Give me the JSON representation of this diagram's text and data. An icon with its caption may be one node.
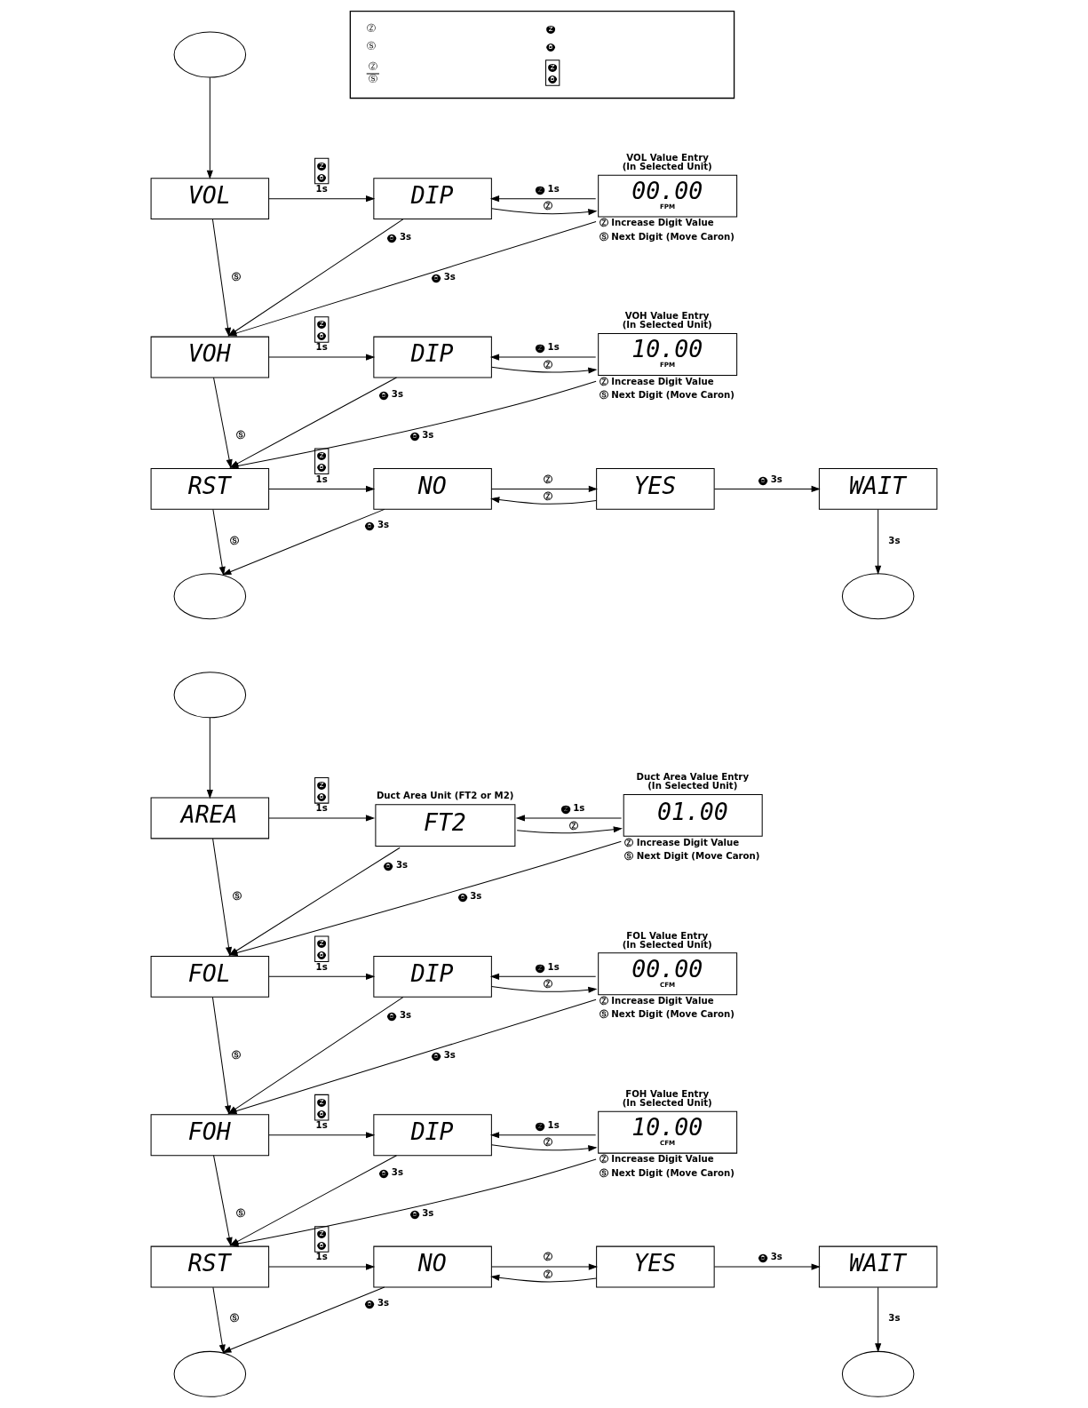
{
  "diagram": {
    "nodes": [
      {
        "text": [
          "Ⓩ",
          "🅩",
          "Ⓢ",
          "🅢",
          "Ⓩ Ⓢ",
          "🅩 🅢"
        ]
      },
      {
        "text": [],
        "shape": "ellipse"
      },
      {
        "text": [
          "VOL"
        ]
      },
      {
        "text": [
          "DIP"
        ]
      },
      {
        "text": [
          "VOL Value Entry (In Selected Unit)",
          "00.00",
          "FPM"
        ],
        "beside": [
          "Ⓩ Increase Digit Value",
          "Ⓢ Next Digit (Move Caron)"
        ]
      },
      {
        "text": [
          "VOH"
        ]
      },
      {
        "text": [
          "DIP"
        ]
      },
      {
        "text": [
          "VOH Value Entry (In Selected Unit)",
          "10.00",
          "FPM"
        ],
        "beside": [
          "Ⓩ Increase Digit Value",
          "Ⓢ Next Digit (Move Caron)"
        ]
      },
      {
        "text": [
          "RST"
        ]
      },
      {
        "text": [
          "NO"
        ]
      },
      {
        "text": [
          "YES"
        ]
      },
      {
        "text": [
          "WAIT"
        ]
      },
      {
        "text": [],
        "shape": "ellipse"
      },
      {
        "text": [],
        "shape": "ellipse"
      },
      {
        "text": [],
        "shape": "ellipse"
      },
      {
        "text": [
          "AREA"
        ]
      },
      {
        "text": [
          "Duct Area Unit (FT2 or M2)",
          "FT2"
        ]
      },
      {
        "text": [
          "Duct Area Value Entry (In Selected Unit)",
          "01.00"
        ],
        "beside": [
          "Ⓩ Increase Digit Value",
          "Ⓢ Next Digit (Move Caron)"
        ]
      },
      {
        "text": [
          "FOL"
        ]
      },
      {
        "text": [
          "DIP"
        ]
      },
      {
        "text": [
          "FOL Value Entry (In Selected Unit)",
          "00.00",
          "CFM"
        ],
        "beside": [
          "Ⓩ Increase Digit Value",
          "Ⓢ Next Digit (Move Caron)"
        ]
      },
      {
        "text": [
          "FOH"
        ]
      },
      {
        "text": [
          "DIP"
        ]
      },
      {
        "text": [
          "FOH Value Entry (In Selected Unit)",
          "10.00",
          "CFM"
        ],
        "beside": [
          "Ⓩ Increase Digit Value",
          "Ⓢ Next Digit (Move Caron)"
        ]
      },
      {
        "text": [
          "RST"
        ]
      },
      {
        "text": [
          "NO"
        ]
      },
      {
        "text": [
          "YES"
        ]
      },
      {
        "text": [
          "WAIT"
        ]
      },
      {
        "text": [],
        "shape": "ellipse"
      },
      {
        "text": [],
        "shape": "ellipse"
      }
    ],
    "edges": [
      {
        "from": 1,
        "to": 2,
        "arrow": "to"
      },
      {
        "from": 2,
        "to": 3,
        "arrow": "to",
        "label": "🅩 🅢 1s"
      },
      {
        "from": 3,
        "to": 4,
        "arrow": "to",
        "label": "Ⓩ"
      },
      {
        "from": 4,
        "to": 3,
        "arrow": "to",
        "label": "🅩 1s"
      },
      {
        "from": 2,
        "to": 5,
        "arrow": "to",
        "label": "Ⓢ"
      },
      {
        "from": 3,
        "to": 5,
        "arrow": "to",
        "label": "🅢 3s"
      },
      {
        "from": 4,
        "to": 5,
        "arrow": "to",
        "label": "🅢 3s"
      },
      {
        "from": 5,
        "to": 6,
        "arrow": "to",
        "label": "🅩 🅢 1s"
      },
      {
        "from": 6,
        "to": 7,
        "arrow": "to",
        "label": "Ⓩ"
      },
      {
        "from": 7,
        "to": 6,
        "arrow": "to",
        "label": "🅩 1s"
      },
      {
        "from": 5,
        "to": 8,
        "arrow": "to",
        "label": "Ⓢ"
      },
      {
        "from": 6,
        "to": 8,
        "arrow": "to",
        "label": "🅢 3s"
      },
      {
        "from": 7,
        "to": 8,
        "arrow": "to",
        "label": "🅢 3s"
      },
      {
        "from": 8,
        "to": 9,
        "arrow": "to",
        "label": "🅩 🅢 1s"
      },
      {
        "from": 9,
        "to": 10,
        "arrow": "to",
        "label": "Ⓩ"
      },
      {
        "from": 10,
        "to": 9,
        "arrow": "to",
        "label": "Ⓩ"
      },
      {
        "from": 10,
        "to": 11,
        "arrow": "to",
        "label": "🅢 3s"
      },
      {
        "from": 8,
        "to": 12,
        "arrow": "to",
        "label": "Ⓢ"
      },
      {
        "from": 9,
        "to": 12,
        "arrow": "to",
        "label": "🅢 3s"
      },
      {
        "from": 11,
        "to": 13,
        "arrow": "to",
        "label": "3s"
      },
      {
        "from": 14,
        "to": 15,
        "arrow": "to"
      },
      {
        "from": 15,
        "to": 16,
        "arrow": "to",
        "label": "🅩 🅢 1s"
      },
      {
        "from": 16,
        "to": 17,
        "arrow": "to",
        "label": "Ⓩ"
      },
      {
        "from": 17,
        "to": 16,
        "arrow": "to",
        "label": "🅩 1s"
      },
      {
        "from": 15,
        "to": 18,
        "arrow": "to",
        "label": "Ⓢ"
      },
      {
        "from": 16,
        "to": 18,
        "arrow": "to",
        "label": "🅢 3s"
      },
      {
        "from": 17,
        "to": 18,
        "arrow": "to",
        "label": "🅢 3s"
      },
      {
        "from": 18,
        "to": 19,
        "arrow": "to",
        "label": "🅩 🅢 1s"
      },
      {
        "from": 19,
        "to": 20,
        "arrow": "to",
        "label": "Ⓩ"
      },
      {
        "from": 20,
        "to": 19,
        "arrow": "to",
        "label": "🅩 1s"
      },
      {
        "from": 18,
        "to": 21,
        "arrow": "to",
        "label": "Ⓢ"
      },
      {
        "from": 19,
        "to": 21,
        "arrow": "to",
        "label": "🅢 3s"
      },
      {
        "from": 20,
        "to": 21,
        "arrow": "to",
        "label": "🅢 3s"
      },
      {
        "from": 21,
        "to": 22,
        "arrow": "to",
        "label": "🅩 🅢 1s"
      },
      {
        "from": 22,
        "to": 23,
        "arrow": "to",
        "label": "Ⓩ"
      },
      {
        "from": 23,
        "to": 22,
        "arrow": "to",
        "label": "🅩 1s"
      },
      {
        "from": 21,
        "to": 24,
        "arrow": "to",
        "label": "Ⓢ"
      },
      {
        "from": 22,
        "to": 24,
        "arrow": "to",
        "label": "🅢 3s"
      },
      {
        "from": 23,
        "to": 24,
        "arrow": "to",
        "label": "🅢 3s"
      },
      {
        "from": 24,
        "to": 25,
        "arrow": "to",
        "label": "🅩 🅢 1s"
      },
      {
        "from": 25,
        "to": 26,
        "arrow": "to",
        "label": "Ⓩ"
      },
      {
        "from": 26,
        "to": 25,
        "arrow": "to",
        "label": "Ⓩ"
      },
      {
        "from": 26,
        "to": 27,
        "arrow": "to",
        "label": "🅢 3s"
      },
      {
        "from": 24,
        "to": 28,
        "arrow": "to",
        "label": "Ⓢ"
      },
      {
        "from": 25,
        "to": 28,
        "arrow": "to",
        "label": "🅢 3s"
      },
      {
        "from": 27,
        "to": 29,
        "arrow": "to",
        "label": "3s"
      }
    ]
  }
}
